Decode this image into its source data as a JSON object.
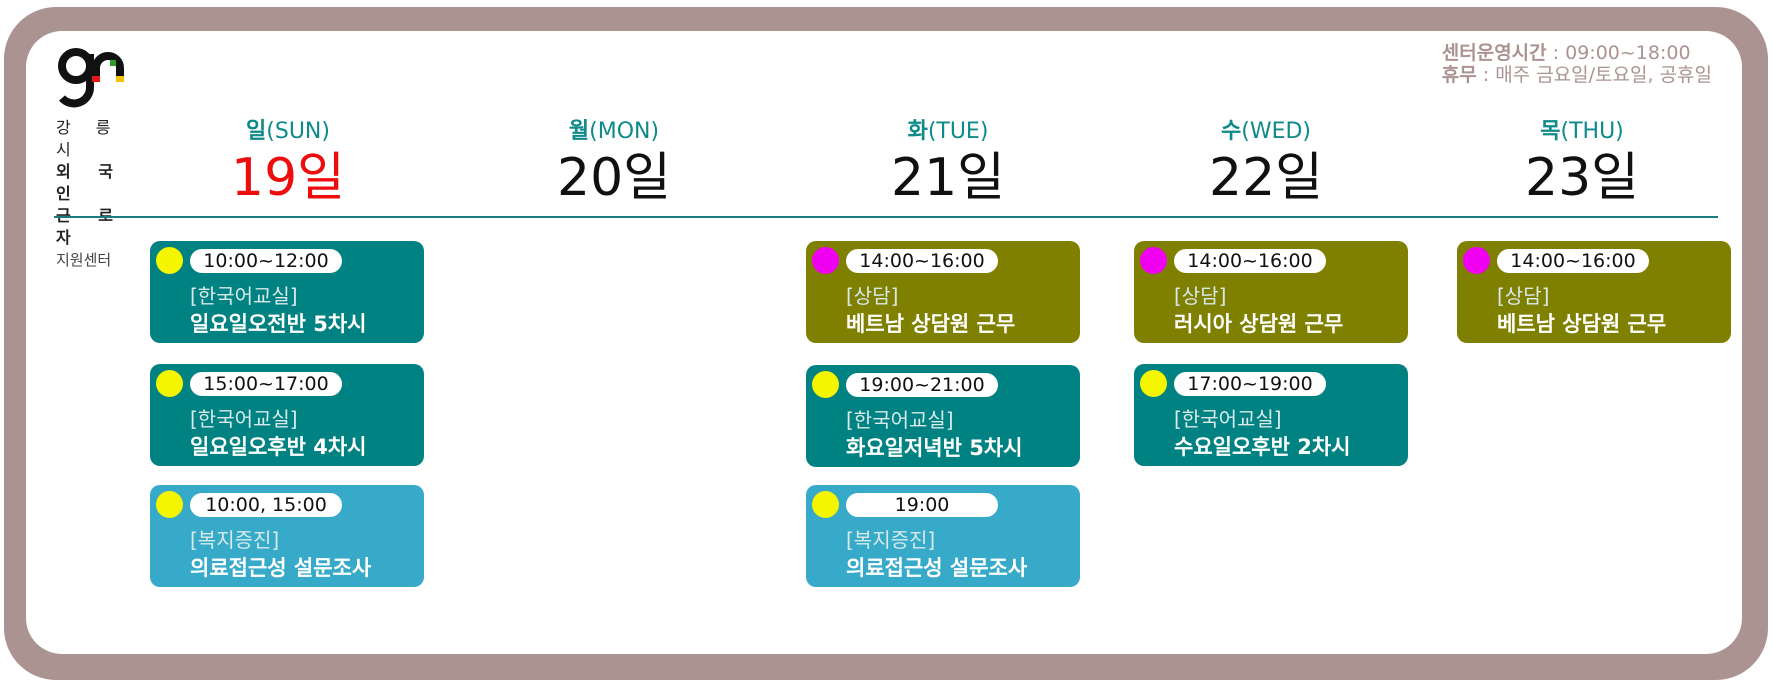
{
  "org": {
    "logo_text": "gn",
    "line1": "강 릉 시",
    "line2": "외 국 인",
    "line3": "근 로 자",
    "line4": "지원센터"
  },
  "info": {
    "hours_label": "센터운영시간",
    "hours_value": " : 09:00~18:00",
    "closed_label": "휴무",
    "closed_value": " : 매주 금요일/토요일, 공휴일"
  },
  "days": [
    {
      "kr": "일",
      "en": "(SUN)",
      "date": "19일"
    },
    {
      "kr": "월",
      "en": "(MON)",
      "date": "20일"
    },
    {
      "kr": "화",
      "en": "(TUE)",
      "date": "21일"
    },
    {
      "kr": "수",
      "en": "(WED)",
      "date": "22일"
    },
    {
      "kr": "목",
      "en": "(THU)",
      "date": "23일"
    }
  ],
  "events": [
    {
      "time": "10:00~12:00",
      "category": "[한국어교실]",
      "title": "일요일오전반 5차시",
      "color": "#018282",
      "dot": "#f5f500"
    },
    {
      "time": "15:00~17:00",
      "category": "[한국어교실]",
      "title": "일요일오후반 4차시",
      "color": "#018282",
      "dot": "#f5f500"
    },
    {
      "time": "10:00, 15:00",
      "category": "[복지증진]",
      "title": "의료접근성 설문조사",
      "color": "#36aac8",
      "dot": "#f5f500"
    },
    {
      "time": "14:00~16:00",
      "category": "[상담]",
      "title": "베트남 상담원 근무",
      "color": "#808000",
      "dot": "#f000f0"
    },
    {
      "time": "19:00~21:00",
      "category": "[한국어교실]",
      "title": "화요일저녁반 5차시",
      "color": "#018282",
      "dot": "#f5f500"
    },
    {
      "time": "19:00",
      "category": "[복지증진]",
      "title": "의료접근성 설문조사",
      "color": "#36aac8",
      "dot": "#f5f500"
    },
    {
      "time": "14:00~16:00",
      "category": "[상담]",
      "title": "러시아 상담원 근무",
      "color": "#808000",
      "dot": "#f000f0"
    },
    {
      "time": "17:00~19:00",
      "category": "[한국어교실]",
      "title": "수요일오후반 2차시",
      "color": "#018282",
      "dot": "#f5f500"
    },
    {
      "time": "14:00~16:00",
      "category": "[상담]",
      "title": "베트남 상담원 근무",
      "color": "#808000",
      "dot": "#f000f0"
    }
  ]
}
